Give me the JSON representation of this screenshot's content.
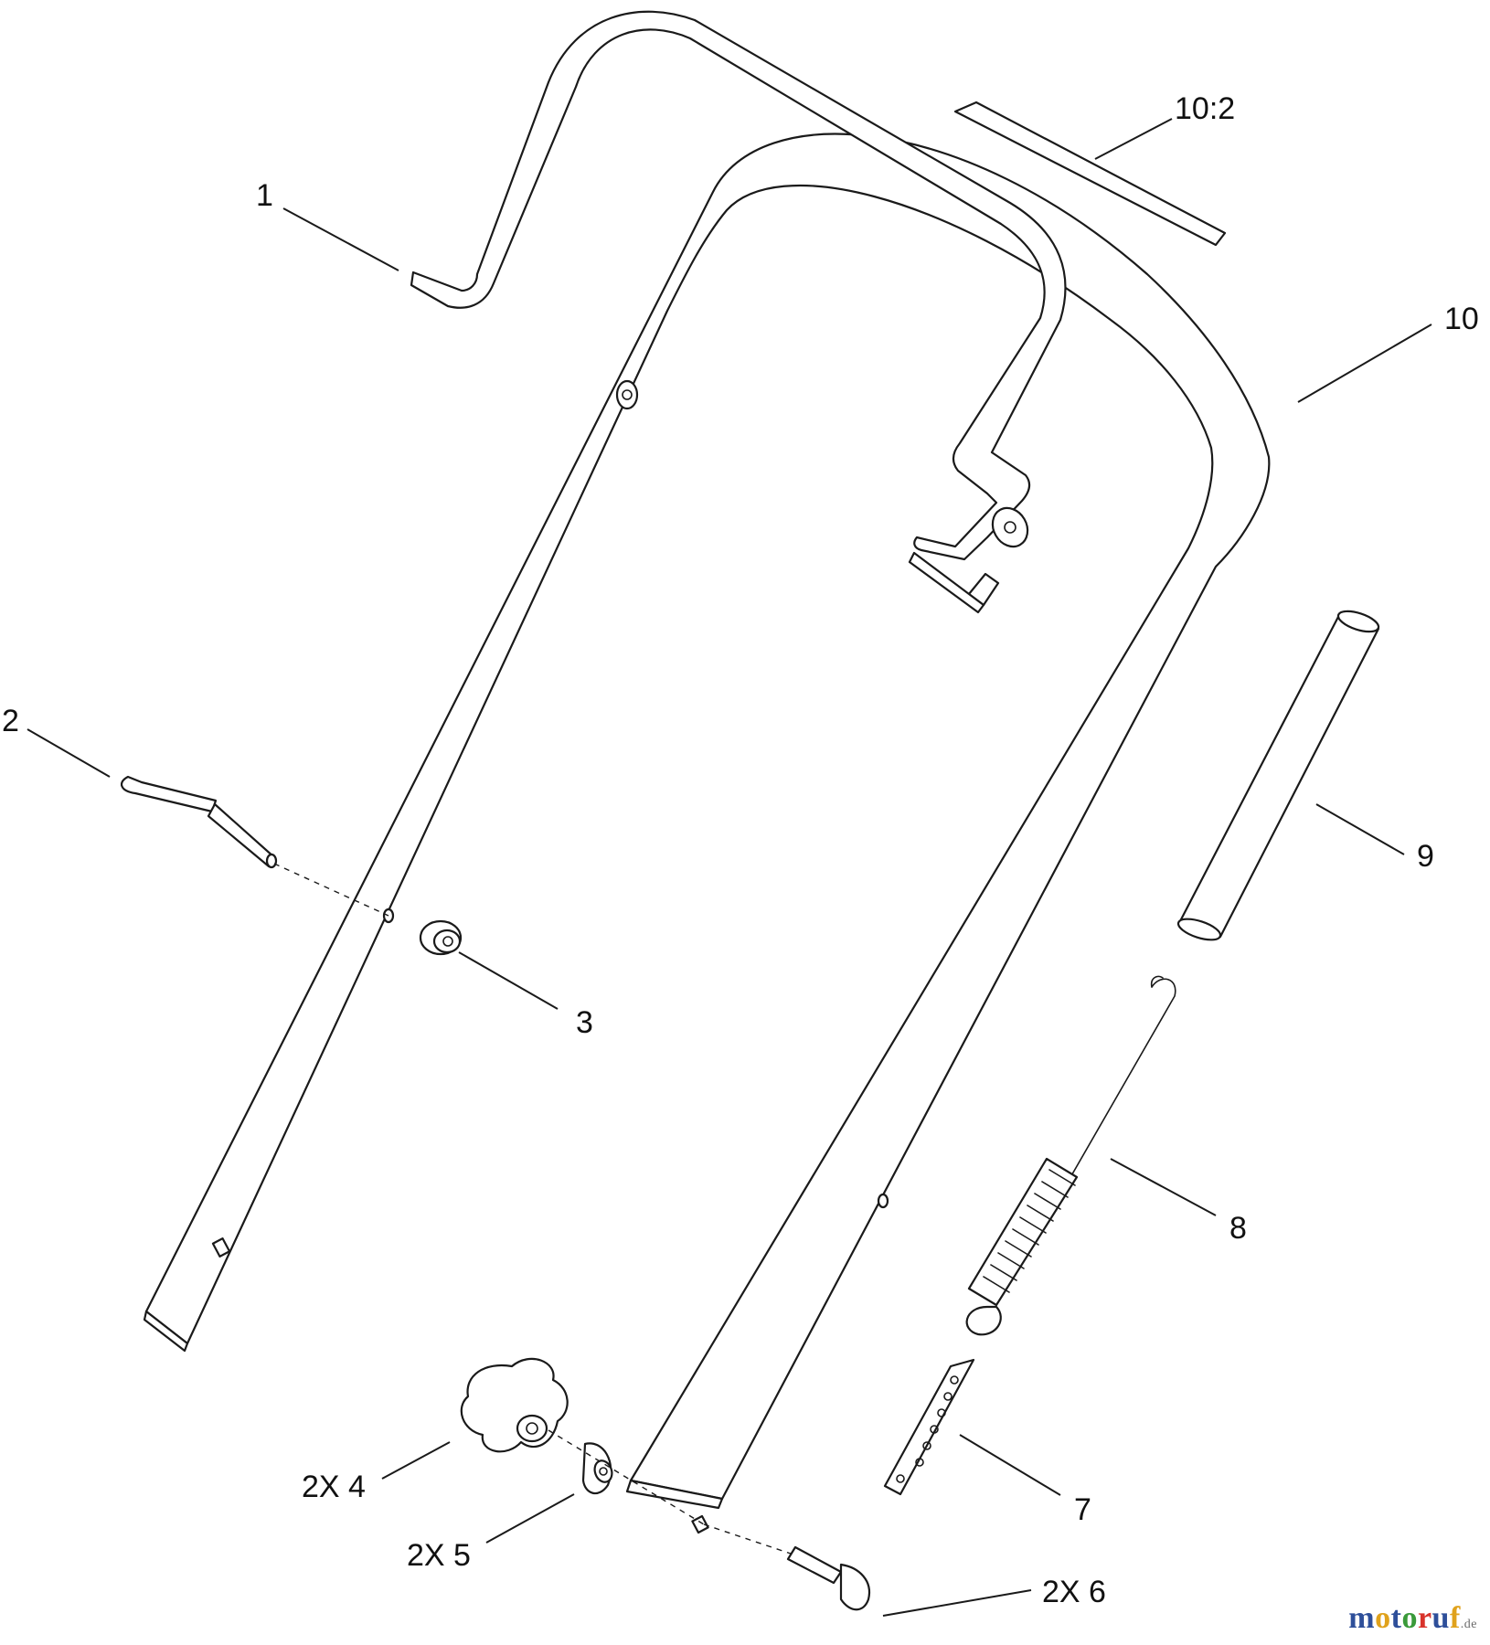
{
  "callouts": {
    "p1": "1",
    "p2": "2",
    "p3": "3",
    "p4": "2X 4",
    "p5": "2X 5",
    "p6": "2X 6",
    "p7": "7",
    "p8": "8",
    "p9": "9",
    "p10": "10",
    "p10_2": "10:2"
  },
  "watermark": {
    "letters": [
      "m",
      "o",
      "t",
      "o",
      "r",
      "u",
      "f"
    ],
    "colors": [
      "#2e4f9a",
      "#e0a21c",
      "#2e4f9a",
      "#3a9a3a",
      "#d8332b",
      "#2e4f9a",
      "#e0a21c"
    ],
    "suffix": ".de"
  }
}
